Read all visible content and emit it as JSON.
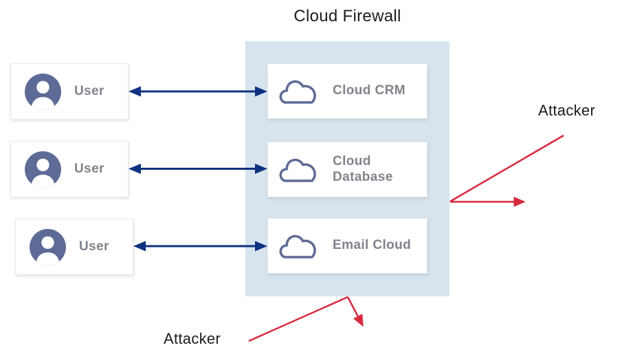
{
  "title": "Cloud Firewall",
  "users": [
    {
      "label": "User",
      "icon": "user-avatar-icon"
    },
    {
      "label": "User",
      "icon": "user-avatar-icon"
    },
    {
      "label": "User",
      "icon": "user-avatar-icon"
    }
  ],
  "services": [
    {
      "label": "Cloud CRM",
      "icon": "cloud-icon"
    },
    {
      "label": "Cloud Database",
      "icon": "cloud-icon"
    },
    {
      "label": "Email Cloud",
      "icon": "cloud-icon"
    }
  ],
  "attackers": {
    "right_label": "Attacker",
    "bottom_label": "Attacker"
  },
  "connections": [
    {
      "from": "User",
      "to": "Cloud CRM",
      "type": "bidirectional"
    },
    {
      "from": "User",
      "to": "Cloud Database",
      "type": "bidirectional"
    },
    {
      "from": "User",
      "to": "Email Cloud",
      "type": "bidirectional"
    }
  ],
  "colors": {
    "firewall_bg": "#d7e4ee",
    "connection_arrow": "#0e3181",
    "attack_arrow": "#d7293e",
    "entity_label_text": "#7f838b",
    "icon_slate": "#5e6b96",
    "heading_text": "#1c1c1e",
    "card_bg": "#ffffff"
  }
}
